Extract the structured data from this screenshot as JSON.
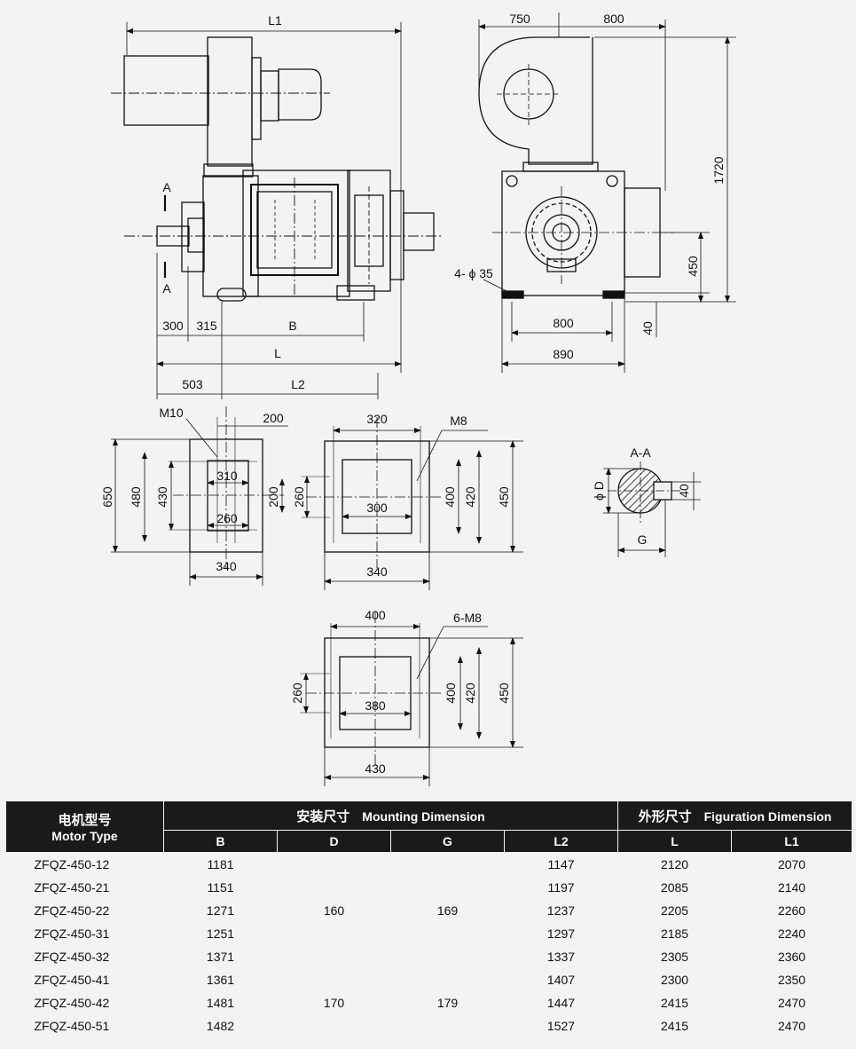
{
  "drawing": {
    "side_view": {
      "dims": {
        "L1": "L1",
        "d300": "300",
        "d315": "315",
        "B": "B",
        "L": "L",
        "d503": "503",
        "L2": "L2"
      },
      "section_top": "A",
      "section_bottom": "A"
    },
    "front_view": {
      "dims": {
        "d750": "750",
        "d800_top": "800",
        "d1720": "1720",
        "d450": "450",
        "bolt": "4- ϕ 35",
        "d800": "800",
        "d40": "40",
        "d890": "890"
      }
    },
    "flange_a": {
      "M10": "M10",
      "d200_top": "200",
      "d650": "650",
      "d480": "480",
      "d430": "430",
      "d310": "310",
      "d260": "260",
      "d200": "200",
      "d340": "340"
    },
    "flange_b": {
      "d320": "320",
      "M8": "M8",
      "d260": "260",
      "d300": "300",
      "d400": "400",
      "d420": "420",
      "d450": "450",
      "d340": "340"
    },
    "flange_c": {
      "d400": "400",
      "M8": "6-M8",
      "d260": "260",
      "d380": "380",
      "d400v": "400",
      "d420": "420",
      "d450": "450",
      "d430": "430"
    },
    "section_aa": {
      "title": "A-A",
      "phiD": "ϕ D",
      "d40": "40",
      "G": "G"
    }
  },
  "table": {
    "header": {
      "motor_type_cn": "电机型号",
      "motor_type_en": "Motor Type",
      "mounting_cn": "安装尺寸",
      "mounting_en": "Mounting Dimension",
      "figuration_cn": "外形尺寸",
      "figuration_en": "Figuration Dimension",
      "columns": [
        "B",
        "D",
        "G",
        "L2",
        "L",
        "L1"
      ]
    },
    "rows": [
      {
        "model": "ZFQZ-450-12",
        "B": "1181",
        "L2": "1147",
        "L": "2120",
        "L1": "2070"
      },
      {
        "model": "ZFQZ-450-21",
        "B": "1151",
        "L2": "1197",
        "L": "2085",
        "L1": "2140"
      },
      {
        "model": "ZFQZ-450-22",
        "B": "1271",
        "L2": "1237",
        "L": "2205",
        "L1": "2260"
      },
      {
        "model": "ZFQZ-450-31",
        "B": "1251",
        "L2": "1297",
        "L": "2185",
        "L1": "2240"
      },
      {
        "model": "ZFQZ-450-32",
        "B": "1371",
        "L2": "1337",
        "L": "2305",
        "L1": "2360"
      },
      {
        "model": "ZFQZ-450-41",
        "B": "1361",
        "L2": "1407",
        "L": "2300",
        "L1": "2350"
      },
      {
        "model": "ZFQZ-450-42",
        "B": "1481",
        "L2": "1447",
        "L": "2415",
        "L1": "2470"
      },
      {
        "model": "ZFQZ-450-51",
        "B": "1482",
        "L2": "1527",
        "L": "2415",
        "L1": "2470"
      }
    ],
    "merged": {
      "D_group1": "160",
      "G_group1": "169",
      "D_group2": "170",
      "G_group2": "179"
    }
  }
}
